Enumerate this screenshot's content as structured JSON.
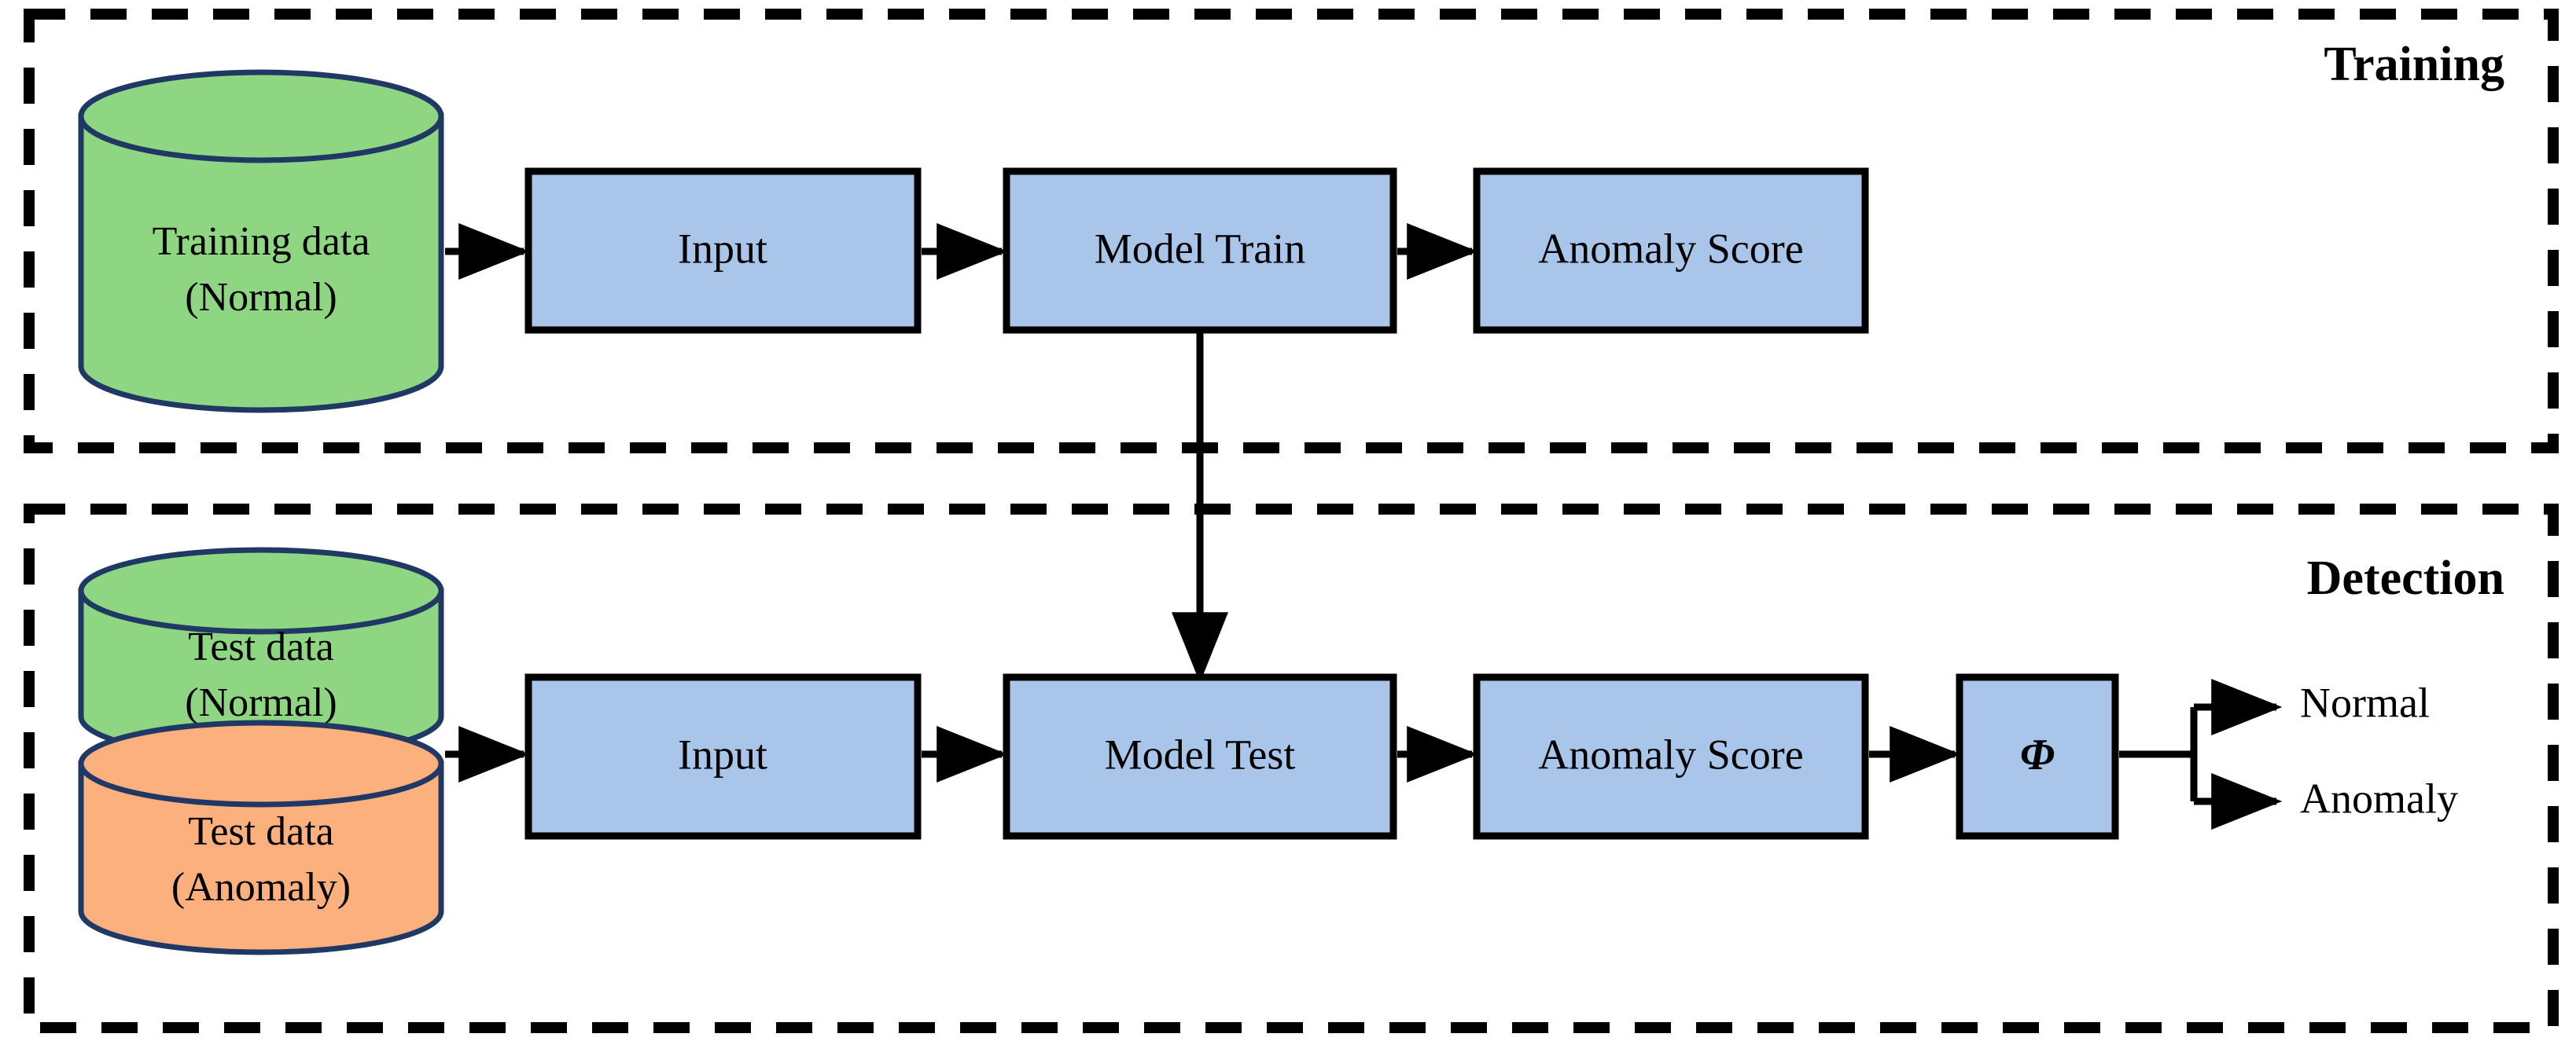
{
  "diagram": {
    "title_training": "Training",
    "title_detection": "Detection",
    "colors": {
      "process_fill": "#a9c6ea",
      "process_stroke": "#000000",
      "normal_fill": "#8ed681",
      "anomaly_fill": "#fcb07e",
      "cylinder_stroke": "#1f3864",
      "connector": "#000000",
      "section_border": "#000000",
      "background": "#ffffff"
    },
    "training": {
      "datastore": {
        "line1": "Training data",
        "line2": "(Normal)",
        "fill_key": "normal_fill"
      },
      "steps": [
        {
          "label": "Input"
        },
        {
          "label": "Model Train"
        },
        {
          "label": "Anomaly Score"
        }
      ]
    },
    "detection": {
      "datastores": [
        {
          "line1": "Test data",
          "line2": "(Normal)",
          "fill_key": "normal_fill"
        },
        {
          "line1": "Test data",
          "line2": "(Anomaly)",
          "fill_key": "anomaly_fill"
        }
      ],
      "steps": [
        {
          "label": "Input"
        },
        {
          "label": "Model Test"
        },
        {
          "label": "Anomaly Score"
        },
        {
          "label": "Φ"
        }
      ],
      "outputs": [
        {
          "label": "Normal"
        },
        {
          "label": "Anomaly"
        }
      ]
    },
    "links": [
      {
        "from": "training-datastore",
        "to": "training-input"
      },
      {
        "from": "training-input",
        "to": "training-model-train"
      },
      {
        "from": "training-model-train",
        "to": "training-anomaly-score"
      },
      {
        "from": "training-model-train",
        "to": "detection-model-test"
      },
      {
        "from": "detection-datastores",
        "to": "detection-input"
      },
      {
        "from": "detection-input",
        "to": "detection-model-test"
      },
      {
        "from": "detection-model-test",
        "to": "detection-anomaly-score"
      },
      {
        "from": "detection-anomaly-score",
        "to": "detection-phi"
      },
      {
        "from": "detection-phi",
        "to": "output-normal"
      },
      {
        "from": "detection-phi",
        "to": "output-anomaly"
      }
    ]
  }
}
